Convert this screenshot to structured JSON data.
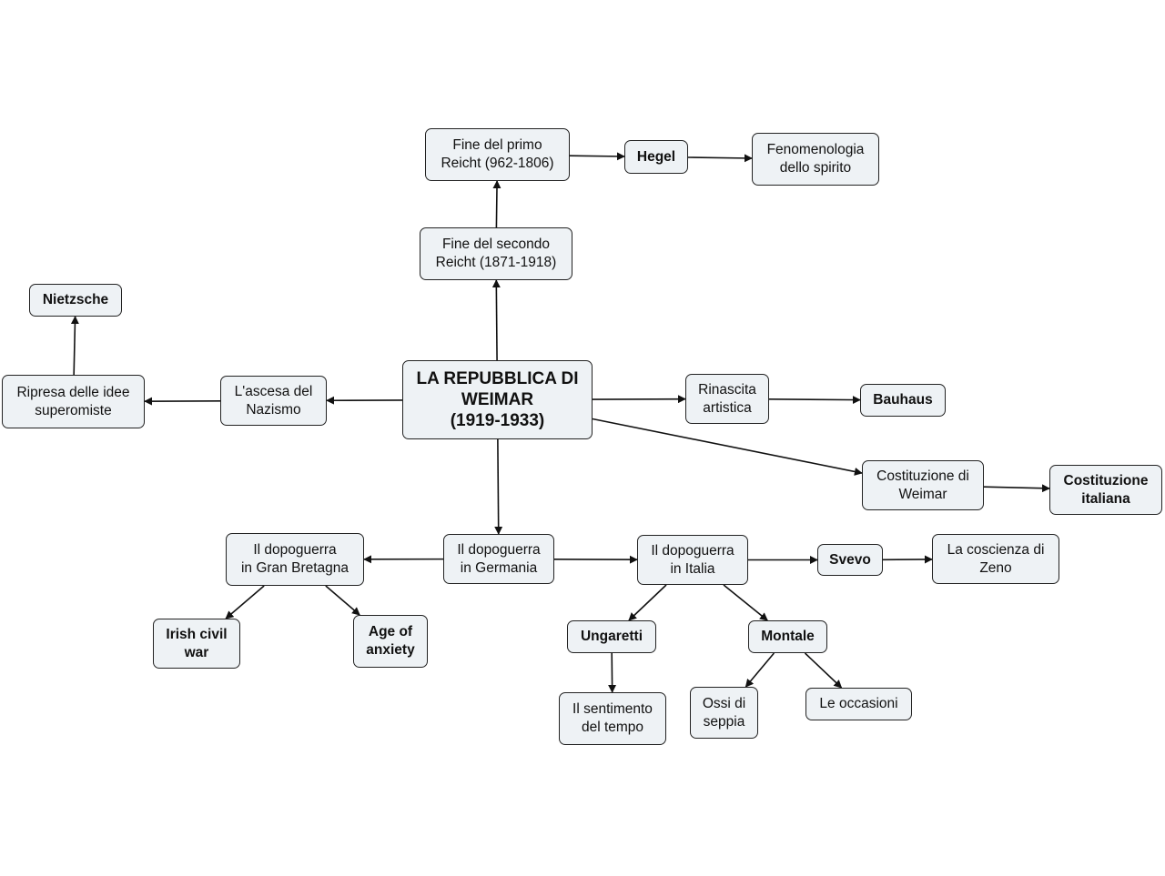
{
  "colors": {
    "node_fill": "#eef2f5",
    "border": "#222222",
    "edge": "#111111"
  },
  "nodes": {
    "weimar": {
      "line1": "LA REPUBBLICA DI",
      "line2": "WEIMAR",
      "line3": "(1919-1933)"
    },
    "primo_reich": {
      "line1": "Fine del primo",
      "line2": "Reicht (962-1806)"
    },
    "hegel": {
      "line1": "Hegel"
    },
    "fenomenologia": {
      "line1": "Fenomenologia",
      "line2": "dello spirito"
    },
    "secondo_reich": {
      "line1": "Fine del secondo",
      "line2": "Reicht (1871-1918)"
    },
    "nietzsche": {
      "line1": "Nietzsche"
    },
    "ripresa": {
      "line1": "Ripresa delle idee",
      "line2": "superomiste"
    },
    "nazismo": {
      "line1": "L'ascesa del",
      "line2": "Nazismo"
    },
    "rinascita": {
      "line1": "Rinascita",
      "line2": "artistica"
    },
    "bauhaus": {
      "line1": "Bauhaus"
    },
    "costituzione_weimar": {
      "line1": "Costituzione di",
      "line2": "Weimar"
    },
    "costituzione_italiana": {
      "line1": "Costituzione",
      "line2": "italiana"
    },
    "dopoguerra_gb": {
      "line1": "Il dopoguerra",
      "line2": "in Gran Bretagna"
    },
    "dopoguerra_germania": {
      "line1": "Il dopoguerra",
      "line2": "in Germania"
    },
    "dopoguerra_italia": {
      "line1": "Il dopoguerra",
      "line2": "in Italia"
    },
    "svevo": {
      "line1": "Svevo"
    },
    "coscienza": {
      "line1": "La coscienza di",
      "line2": "Zeno"
    },
    "irish": {
      "line1": "Irish civil",
      "line2": "war"
    },
    "anxiety": {
      "line1": "Age of",
      "line2": "anxiety"
    },
    "ungaretti": {
      "line1": "Ungaretti"
    },
    "montale": {
      "line1": "Montale"
    },
    "sentimento": {
      "line1": "Il sentimento",
      "line2": "del tempo"
    },
    "ossi": {
      "line1": "Ossi di",
      "line2": "seppia"
    },
    "occasioni": {
      "line1": "Le occasioni"
    }
  },
  "edges": [
    {
      "from": "weimar",
      "to": "secondo_reich"
    },
    {
      "from": "secondo_reich",
      "to": "primo_reich"
    },
    {
      "from": "primo_reich",
      "to": "hegel"
    },
    {
      "from": "hegel",
      "to": "fenomenologia"
    },
    {
      "from": "weimar",
      "to": "nazismo"
    },
    {
      "from": "nazismo",
      "to": "ripresa"
    },
    {
      "from": "ripresa",
      "to": "nietzsche"
    },
    {
      "from": "weimar",
      "to": "rinascita"
    },
    {
      "from": "rinascita",
      "to": "bauhaus"
    },
    {
      "from": "weimar",
      "to": "costituzione_weimar"
    },
    {
      "from": "costituzione_weimar",
      "to": "costituzione_italiana"
    },
    {
      "from": "weimar",
      "to": "dopoguerra_germania"
    },
    {
      "from": "dopoguerra_germania",
      "to": "dopoguerra_gb"
    },
    {
      "from": "dopoguerra_germania",
      "to": "dopoguerra_italia"
    },
    {
      "from": "dopoguerra_gb",
      "to": "irish"
    },
    {
      "from": "dopoguerra_gb",
      "to": "anxiety"
    },
    {
      "from": "dopoguerra_italia",
      "to": "svevo"
    },
    {
      "from": "svevo",
      "to": "coscienza"
    },
    {
      "from": "dopoguerra_italia",
      "to": "ungaretti"
    },
    {
      "from": "dopoguerra_italia",
      "to": "montale"
    },
    {
      "from": "ungaretti",
      "to": "sentimento"
    },
    {
      "from": "montale",
      "to": "ossi"
    },
    {
      "from": "montale",
      "to": "occasioni"
    }
  ]
}
